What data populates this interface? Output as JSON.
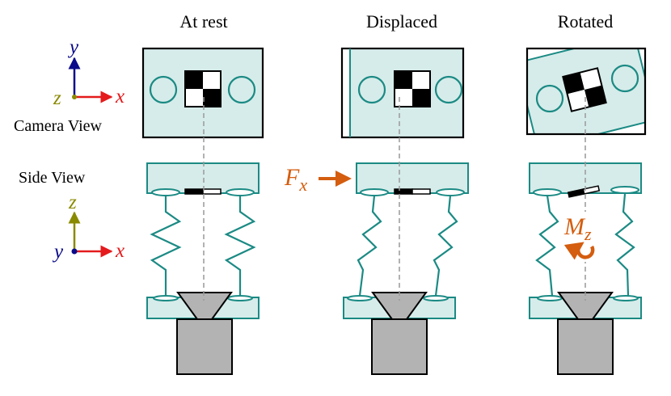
{
  "titles": {
    "rest": "At rest",
    "displaced": "Displaced",
    "rotated": "Rotated"
  },
  "labels": {
    "camera_view": "Camera View",
    "side_view": "Side View"
  },
  "axes": {
    "x": "x",
    "y": "y",
    "z": "z"
  },
  "annotations": {
    "force": "F",
    "force_sub": "x",
    "moment": "M",
    "moment_sub": "z"
  },
  "colors": {
    "teal": "#1b8a84",
    "plate_fill": "#d6ecea",
    "gray": "#b3b3b3",
    "orange": "#d45d0f",
    "red": "#e41a1c",
    "navy": "#0a0a8a",
    "olive": "#8a8a00"
  }
}
